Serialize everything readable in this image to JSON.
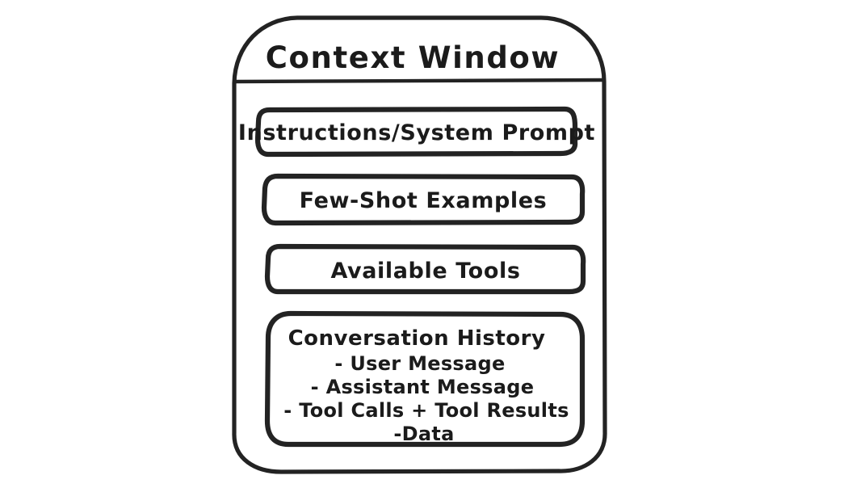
{
  "diagram": {
    "type": "block-diagram",
    "title": "Context Window",
    "background_color": "#ffffff",
    "stroke_color": "#232323",
    "text_color": "#1b1b1b",
    "style": "hand-drawn whiteboard sketch",
    "blocks": [
      {
        "id": "instructions",
        "label": "Instructions/System Prompt"
      },
      {
        "id": "few-shot",
        "label": "Few-Shot Examples"
      },
      {
        "id": "tools",
        "label": "Available Tools"
      }
    ],
    "history_block": {
      "id": "conversation-history",
      "heading": "Conversation History",
      "items": [
        "- User Message",
        "- Assistant Message",
        "- Tool Calls + Tool Results",
        "-Data"
      ]
    }
  }
}
